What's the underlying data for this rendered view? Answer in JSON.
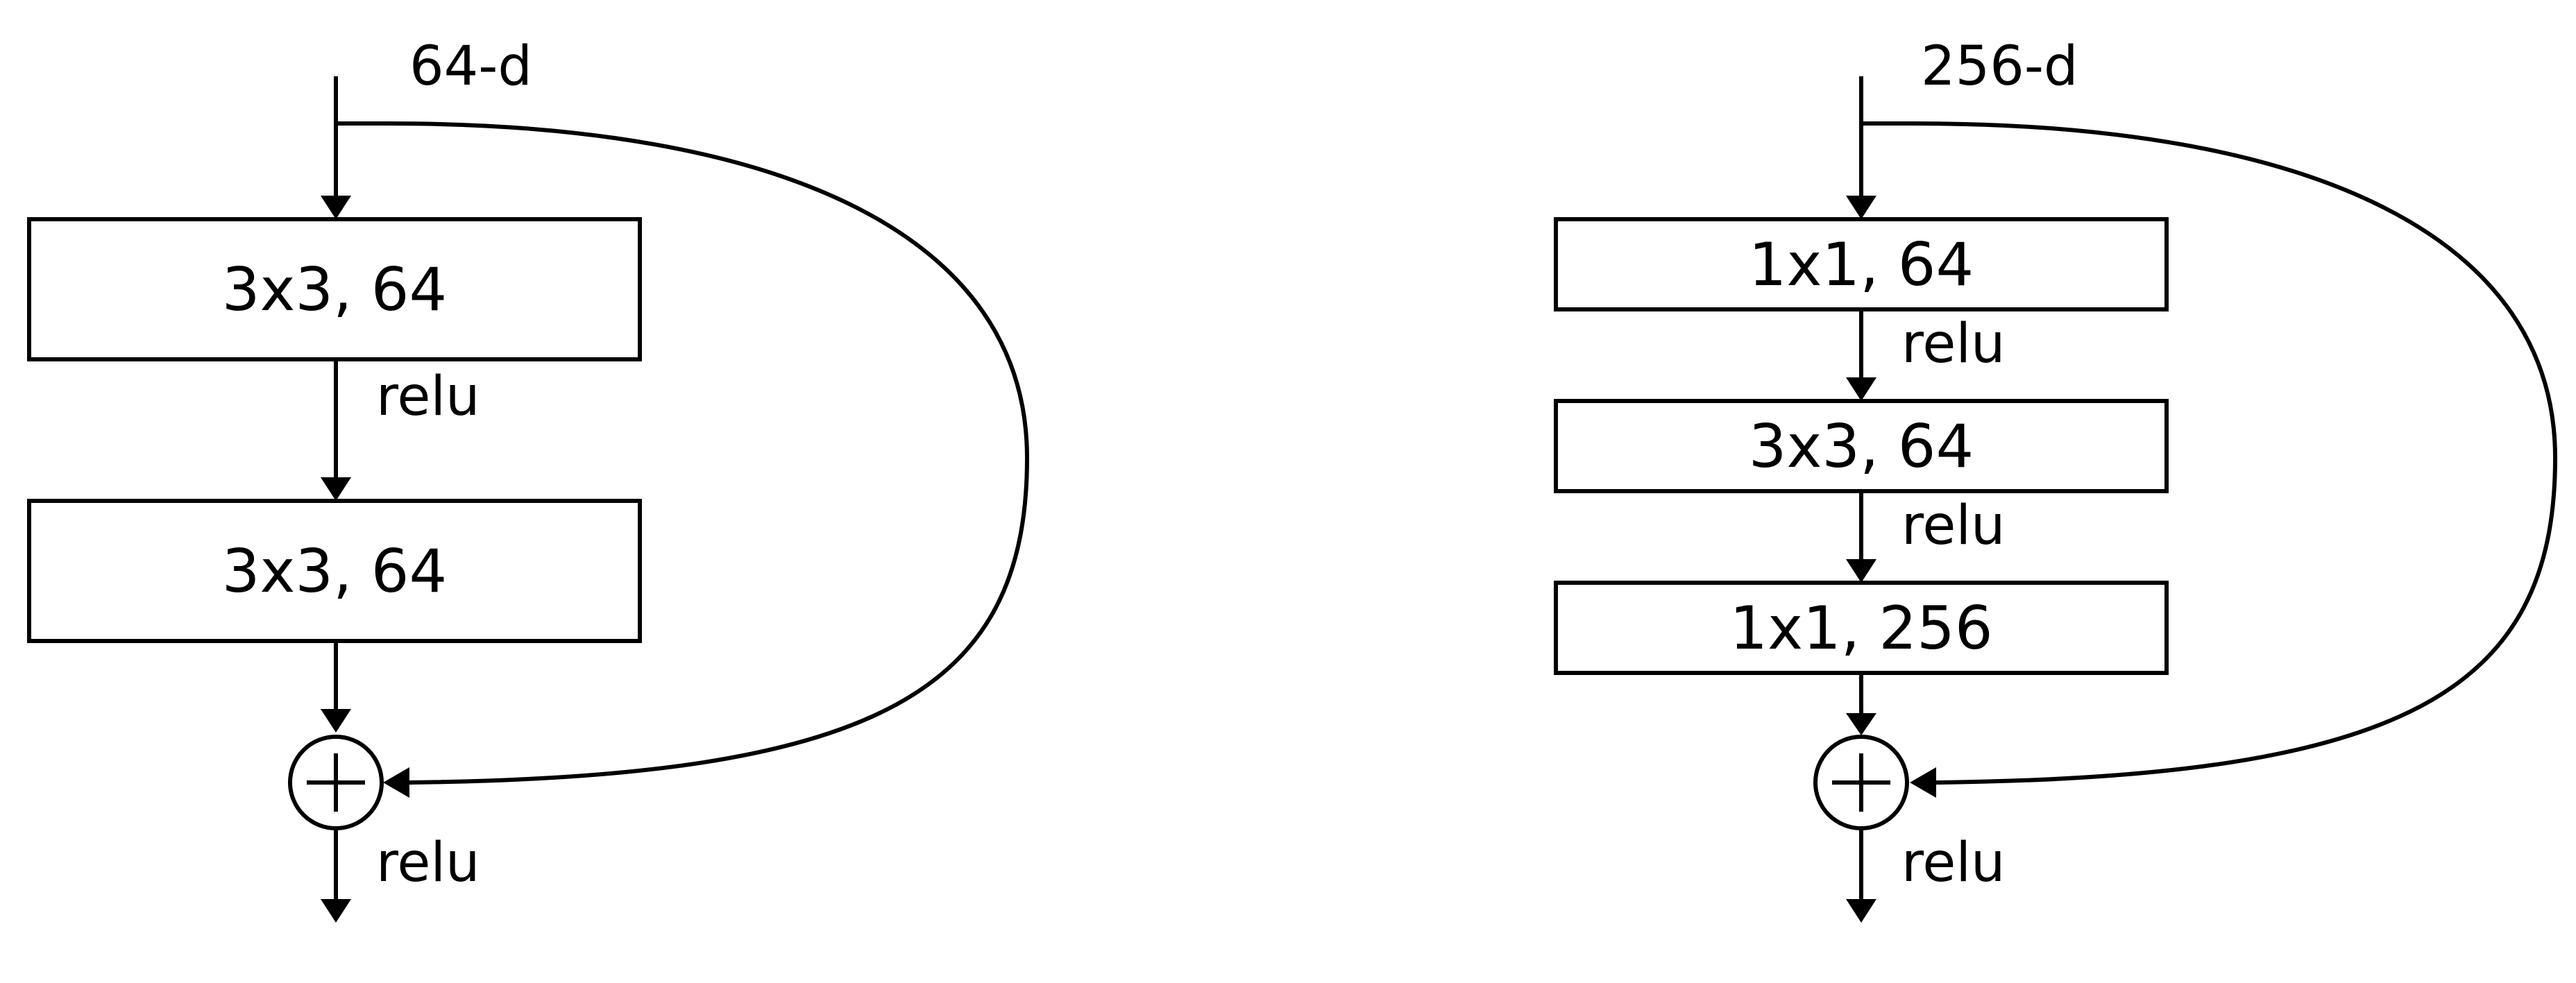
{
  "left_block": {
    "input_label": "64-d",
    "layers": [
      "3x3, 64",
      "3x3, 64"
    ],
    "activations": [
      "relu",
      "relu"
    ]
  },
  "right_block": {
    "input_label": "256-d",
    "layers": [
      "1x1, 64",
      "3x3, 64",
      "1x1, 256"
    ],
    "activations": [
      "relu",
      "relu",
      "relu"
    ]
  },
  "add_symbol": "+",
  "colors": {
    "stroke": "#000000",
    "background": "#ffffff"
  }
}
